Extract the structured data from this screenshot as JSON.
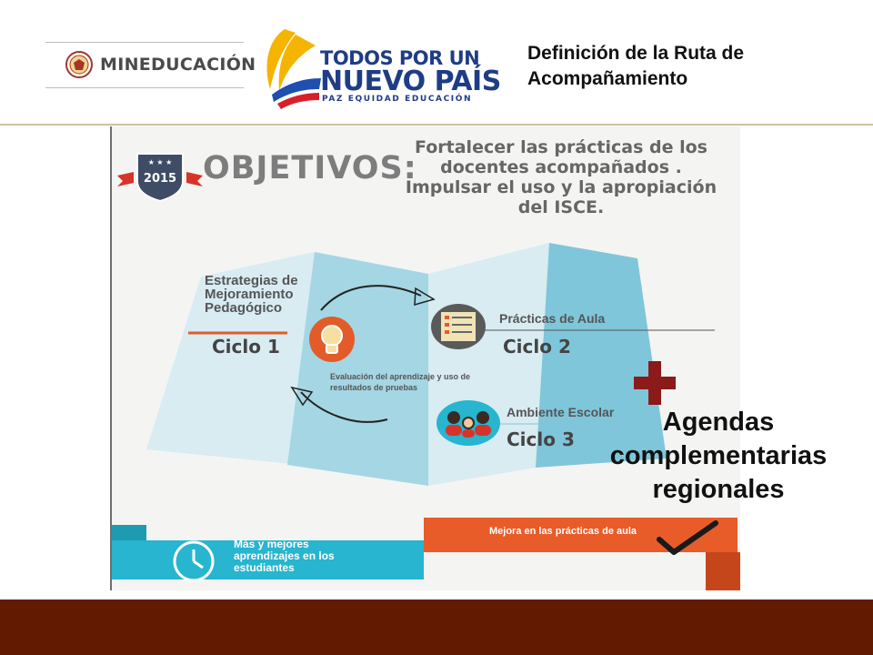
{
  "header": {
    "mineducacion": "MINEDUCACIÓN",
    "todos_line1": "TODOS POR UN",
    "todos_line2": "NUEVO PAÍS",
    "todos_line3": "PAZ  EQUIDAD  EDUCACIÓN",
    "slide_title": "Definición de la Ruta de Acompañamiento"
  },
  "infographic": {
    "badge_year": "2015",
    "objectives_title": "OBJETIVOS:",
    "objectives_text": "Fortalecer las prácticas de los docentes acompañados .\nImpulsar el uso y la apropiación del ISCE.",
    "strategy_label": "Estrategias de Mejoramiento Pedagógico",
    "cycle1": "Ciclo 1",
    "practices_label": "Prácticas de Aula",
    "cycle2": "Ciclo 2",
    "evaluation_label": "Evaluación del aprendizaje y uso de resultados de pruebas",
    "environment_label": "Ambiente Escolar",
    "cycle3": "Ciclo 3",
    "more_learning": "Más y mejores aprendizajes en los estudiantes",
    "improvement": "Mejora en las prácticas de aula"
  },
  "agendas_text": "Agendas complementarias regionales",
  "colors": {
    "footer": "#621b01",
    "map_light": "#d8ecf2",
    "map_mid": "#a5d6e4",
    "map_dark": "#7fc6da",
    "teal_band": "#27b5cf",
    "orange_band": "#e85c2a",
    "plus": "#8b1a1a"
  },
  "icons": [
    "colombia-seal-icon",
    "todos-logo-icon",
    "lightbulb-icon",
    "checklist-icon",
    "family-icon",
    "clock-icon",
    "checkmark-icon",
    "plus-icon"
  ]
}
